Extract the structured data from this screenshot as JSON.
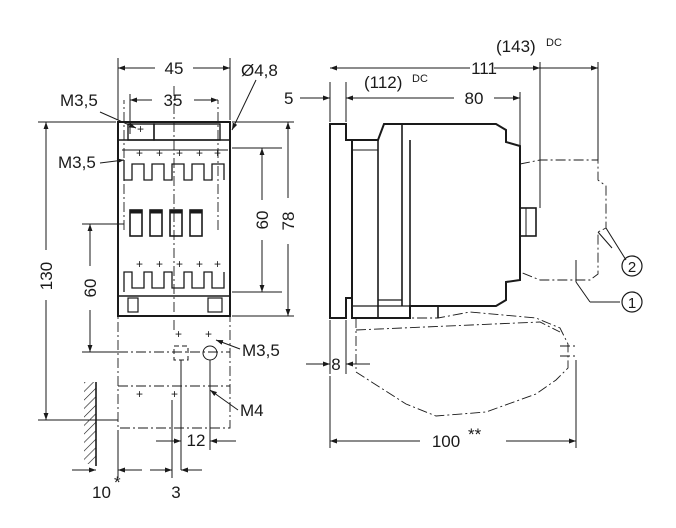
{
  "labels": {
    "d45": "45",
    "d35": "35",
    "d_o48": "Ø4,8",
    "m35_top": "M3,5",
    "m35_mid": "M3,5",
    "m35_bottom": "M3,5",
    "m4": "M4",
    "d60_inner": "60",
    "d78": "78",
    "d130": "130",
    "d60_left": "60",
    "d12": "12",
    "d10": "10",
    "d10_mark": "*",
    "d3": "3",
    "d5": "5",
    "d112": "(112)",
    "d112_sup": "DC",
    "d80": "80",
    "d111": "111",
    "d143": "(143)",
    "d143_sup": "DC",
    "d8": "8",
    "d100": "100",
    "d100_mark": "**",
    "callout1": "1",
    "callout2": "2"
  },
  "colors": {
    "ink": "#1a1a1a",
    "background": "#ffffff"
  }
}
